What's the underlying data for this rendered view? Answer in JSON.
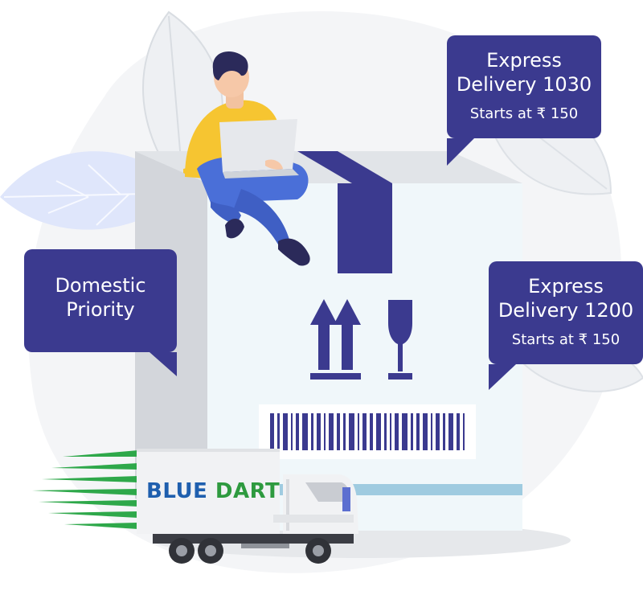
{
  "bubbles": {
    "express_1030": {
      "line1": "Express",
      "line2": "Delivery 1030",
      "price": "Starts at ₹ 150"
    },
    "express_1200": {
      "line1": "Express",
      "line2": "Delivery 1200",
      "price": "Starts at ₹ 150"
    },
    "domestic": {
      "line1": "Domestic",
      "line2": "Priority"
    }
  },
  "truck": {
    "brand_word1": "BLUE",
    "brand_word2": "DART"
  },
  "colors": {
    "accent": "#3b3a8f",
    "brand_blue": "#1f5fae",
    "brand_green": "#2e9a3f",
    "shirt": "#f6c531",
    "pants": "#4a6fd8"
  },
  "icons": [
    "this-way-up-arrows-icon",
    "fragile-glass-icon",
    "barcode-icon",
    "leaf-icon"
  ]
}
